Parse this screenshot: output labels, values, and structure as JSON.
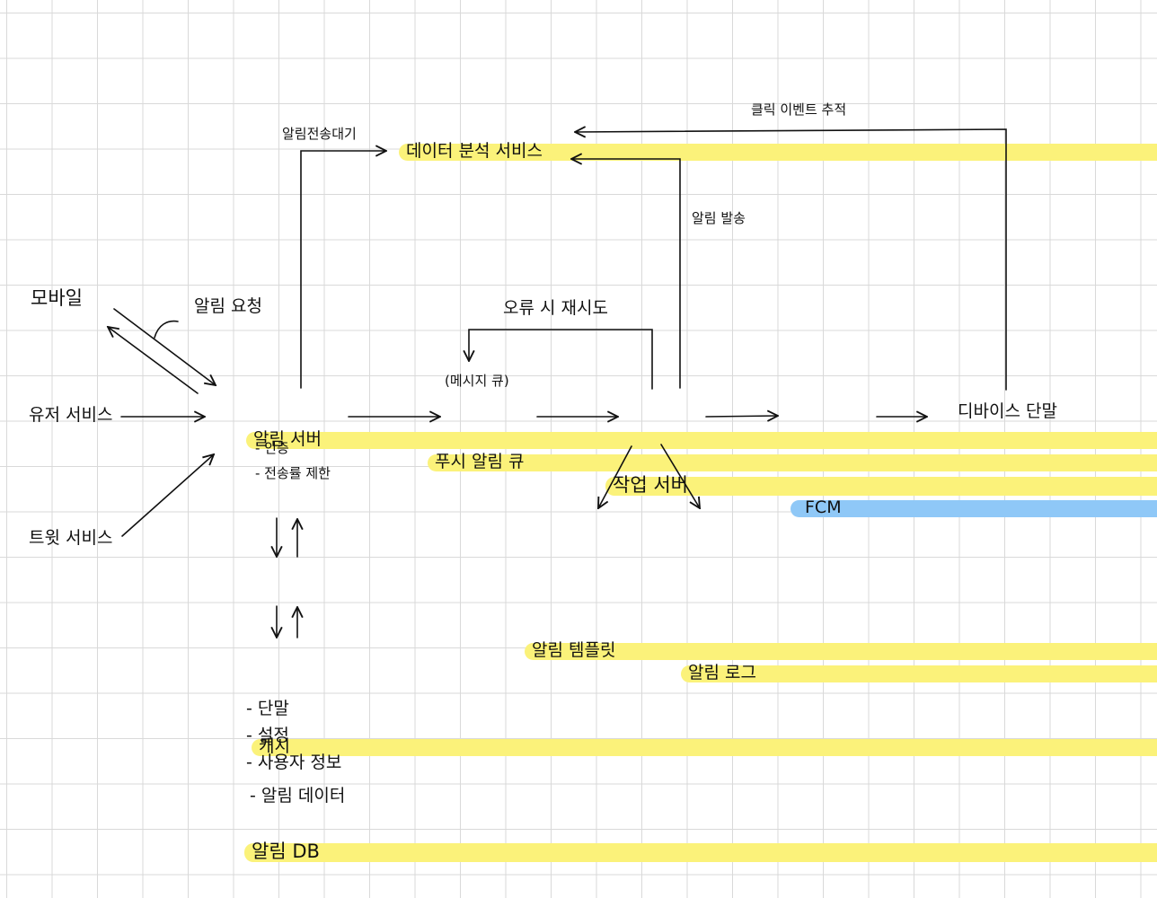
{
  "colors": {
    "highlight": "#fbf27a",
    "highlight_blue": "#8fc8f7",
    "stroke": "#111111",
    "grid": "#d9d9d9"
  },
  "sources": {
    "mobile": "모바일",
    "user_service": "유저 서비스",
    "other_service": "트윗 서비스"
  },
  "labels": {
    "request": "알림 요청",
    "pending_notice": "알림전송대기",
    "retry_on_error": "오류 시 재시도",
    "message_queue": "(메시지 큐)",
    "click_tracking": "클릭 이벤트 추적",
    "delivery": "알림 발송"
  },
  "nodes": {
    "notification_server": "알림 서버",
    "analytics_service": "데이터 분석 서비스",
    "notification_queue": "푸시 알림 큐",
    "worker_server": "작업 서버",
    "fcm": "FCM",
    "device": "디바이스 단말",
    "template": "알림 템플릿",
    "log": "알림 로그",
    "cache": "캐시",
    "db": "알림 DB"
  },
  "server_features": [
    "- 인증",
    "- 전송률 제한"
  ],
  "db_items": [
    "- 단말",
    "- 설정",
    "- 사용자 정보",
    "- 알림 데이터"
  ]
}
